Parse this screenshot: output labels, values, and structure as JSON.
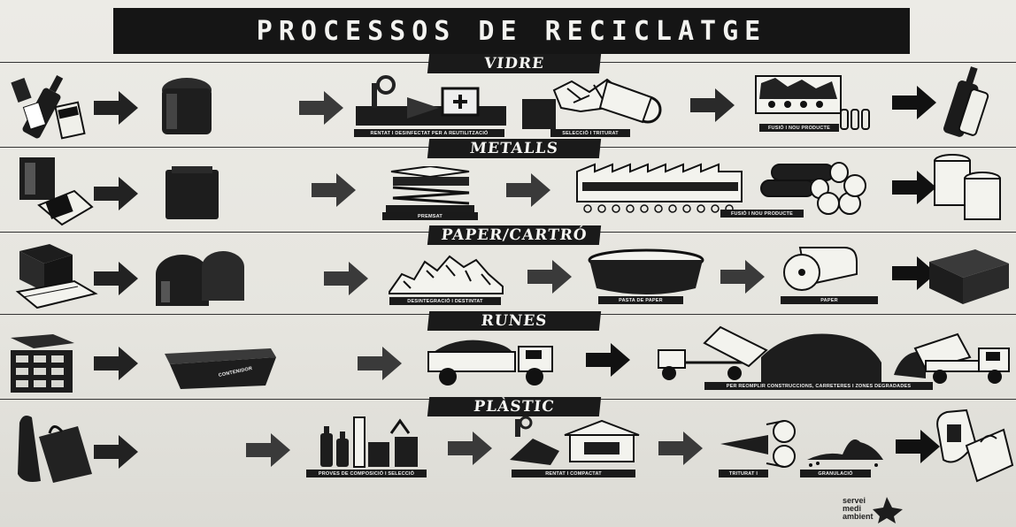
{
  "title": "PROCESSOS DE RECICLATGE",
  "sections": [
    {
      "label": "VIDRE",
      "captions": [
        "RENTAT I DESINFECTAT PER A REUTILITZACIÓ",
        "SELECCIÓ I TRITURAT",
        "FUSIÓ I NOU PRODUCTE"
      ]
    },
    {
      "label": "METALLS",
      "captions": [
        "PREMSAT",
        "FUSIÓ I NOU PRODUCTE"
      ]
    },
    {
      "label": "PAPER/CARTRÓ",
      "captions": [
        "DESINTEGRACIÓ I DESTINTAT",
        "PASTA DE PAPER",
        "PAPER"
      ]
    },
    {
      "label": "RUNES",
      "captions": [
        "CONTENIDOR",
        "PER REOMPLIR CONSTRUCCIONS, CARRETERES I ZONES DEGRADADES"
      ]
    },
    {
      "label": "PLÀSTIC",
      "captions": [
        "PROVES DE COMPOSICIÓ I SELECCIÓ",
        "RENTAT I COMPACTAT",
        "TRITURAT I",
        "GRANULACIÓ"
      ]
    }
  ],
  "logo": {
    "line1": "servei",
    "line2": "medi",
    "line3": "ambient"
  },
  "colors": {
    "ink": "#151515",
    "paper": "#e9e8e3"
  }
}
